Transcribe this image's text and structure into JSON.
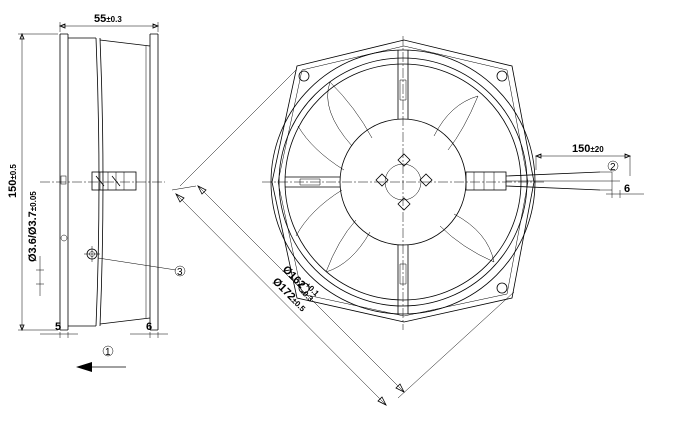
{
  "dimensions": {
    "width_top": {
      "base": "55",
      "tol": "±0.3"
    },
    "height_left": {
      "base": "150",
      "tol": "±0.5"
    },
    "hole_dia": {
      "a": "Ø3.6",
      "b": "Ø3.7",
      "tol": "±0.05"
    },
    "bottom_left": "5",
    "bottom_right": "6",
    "cable_length": {
      "base": "150",
      "tol": "±20"
    },
    "wire_end": "6",
    "diag_inner": {
      "base": "Ø162",
      "tol_up": "+0.1",
      "tol_dn": "-0.3"
    },
    "diag_outer": {
      "base": "Ø172",
      "tol": "±0.5"
    }
  },
  "callouts": {
    "airflow": "1",
    "cable": "2",
    "mount_hole": "3"
  }
}
